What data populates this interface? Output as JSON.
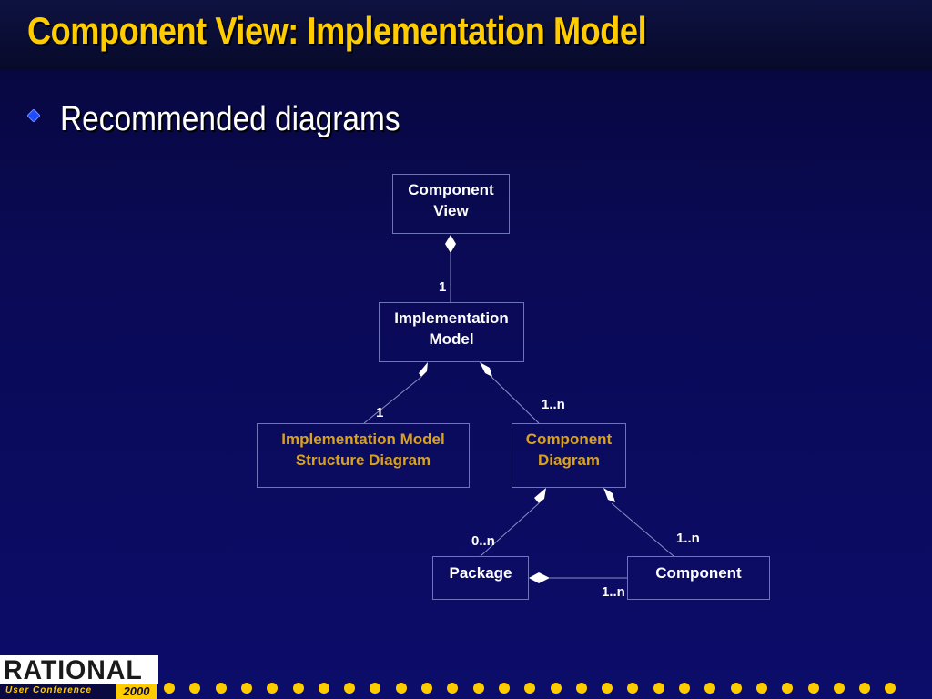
{
  "slide": {
    "title": "Component View: Implementation Model",
    "bullet": "Recommended diagrams"
  },
  "diagram": {
    "boxes": {
      "component_view": "Component\nView",
      "implementation_model": "Implementation\nModel",
      "impl_model_structure_diagram": "Implementation Model\nStructure Diagram",
      "component_diagram": "Component\nDiagram",
      "package": "Package",
      "component": "Component"
    },
    "multiplicities": {
      "cv_to_im": "1",
      "im_to_structure": "1",
      "im_to_compdiag": "1..n",
      "compdiag_to_package": "0..n",
      "compdiag_to_component": "1..n",
      "package_to_component": "1..n"
    }
  },
  "footer": {
    "logo_word": "RATIONAL",
    "logo_sub": "User Conference",
    "logo_year": "2000"
  },
  "colors": {
    "title": "#ffcc00",
    "gold_box_text": "#d9a21d",
    "background": "#0a0a55",
    "bullet": "#1f4bff"
  }
}
